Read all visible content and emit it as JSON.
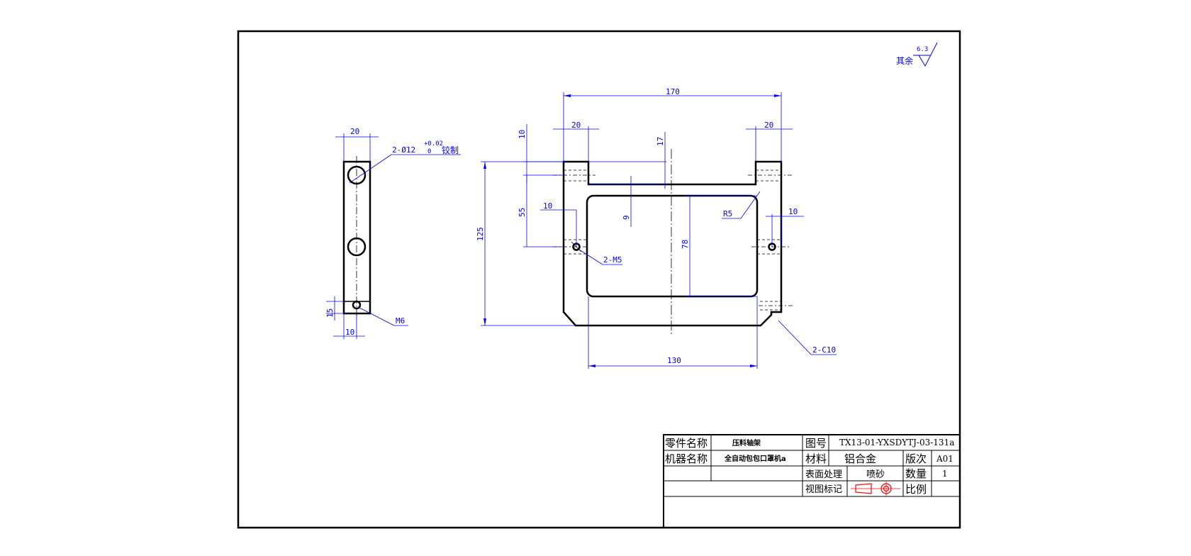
{
  "roughness": {
    "text": "其余",
    "value": "6.3"
  },
  "dims": {
    "d170": "170",
    "d20l": "20",
    "d20r": "20",
    "d10top": "10",
    "d17": "17",
    "d9": "9",
    "d10l": "10",
    "d55": "55",
    "d78": "78",
    "d125": "125",
    "d10r": "10",
    "d130": "130",
    "r5": "R5",
    "m5": "2-M5",
    "c10": "2-C10",
    "side20": "20",
    "side15": "15",
    "side10": "10",
    "hole": "2-Ø12",
    "tol_up": "+0.02",
    "tol_lo": "0",
    "ream": "铰制",
    "m6": "M6"
  },
  "title_block": {
    "part_name_label": "零件名称",
    "part_name": "压料轴架",
    "drawing_no_label": "图号",
    "drawing_no": "TX13-01-YXSDYTJ-03-131a",
    "machine_label": "机器名称",
    "machine": "全自动包包口罩机a",
    "material_label": "材料",
    "material": "铝合金",
    "revision_label": "版次",
    "revision": "A01",
    "surface_label": "表面处理",
    "surface": "喷砂",
    "qty_label": "数量",
    "qty": "1",
    "view_label": "视图标记",
    "scale_label": "比例",
    "scale": ""
  }
}
